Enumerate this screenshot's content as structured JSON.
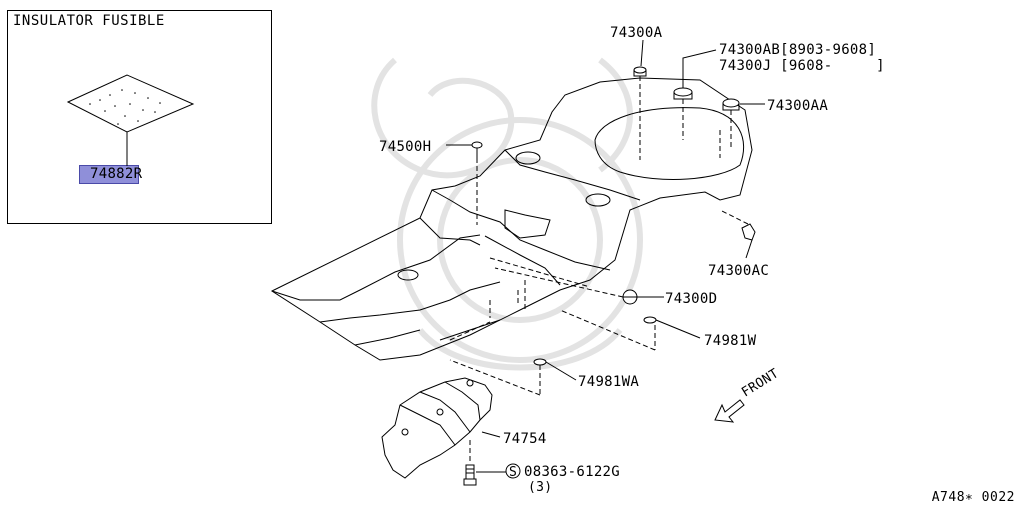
{
  "inset": {
    "title": "INSULATOR FUSIBLE",
    "highlighted_part": "74882R"
  },
  "callouts": [
    {
      "id": "a",
      "text": "74300A"
    },
    {
      "id": "ab",
      "text": "74300AB[8903-9608]"
    },
    {
      "id": "j",
      "text": "74300J [9608-     ]"
    },
    {
      "id": "aa",
      "text": "74300AA"
    },
    {
      "id": "h",
      "text": "74500H"
    },
    {
      "id": "ac",
      "text": "74300AC"
    },
    {
      "id": "d",
      "text": "74300D"
    },
    {
      "id": "w",
      "text": "74981W"
    },
    {
      "id": "wa",
      "text": "74981WA"
    },
    {
      "id": "p754",
      "text": "74754"
    },
    {
      "id": "bolt",
      "text": "08363-6122G"
    },
    {
      "id": "bolt_qty",
      "text": "(3)"
    }
  ],
  "bolt_symbol": "S",
  "front_label": "FRONT",
  "diagram_code": "A748∗ 0022",
  "icons": {
    "front_arrow": "front-direction-arrow-icon",
    "bolt_symbol": "screw-circle-s-icon"
  }
}
